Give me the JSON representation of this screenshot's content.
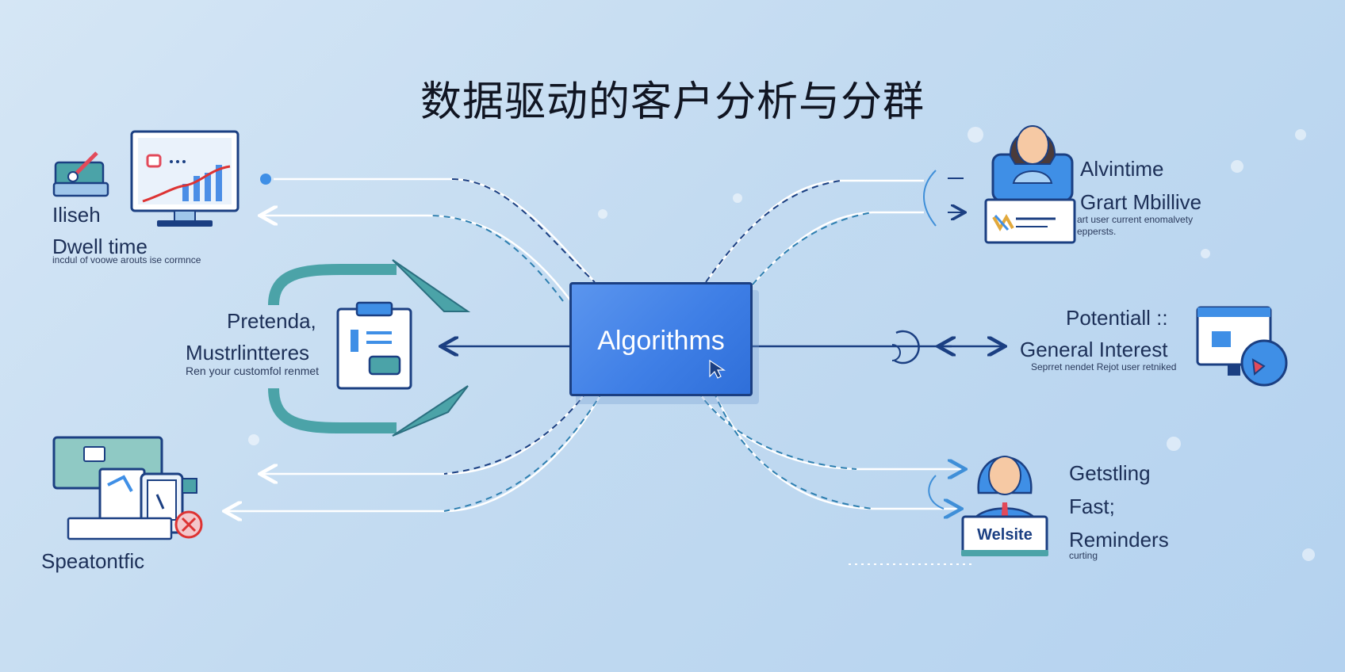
{
  "title": "数据驱动的客户分析与分群",
  "center": {
    "label": "Algorithms"
  },
  "left": {
    "top": {
      "line1": "Ilisеh",
      "line2": "Dwell time",
      "caption": "incdul of voowe arouts ise cormnce"
    },
    "middle": {
      "line1": "Pretenda,",
      "line2": "Mustrlintteres",
      "caption": "Ren your customfol renmet"
    },
    "bottom": {
      "line1": "Speatontfic"
    }
  },
  "right": {
    "top": {
      "line1": "Alvintime",
      "line2": "Grart Mbillive",
      "caption1": "art user current enomalvety",
      "caption2": "eppersts."
    },
    "middle": {
      "line1": "Potentiall ::",
      "line2": "General Interest",
      "caption": "Seprret nendet Rejot user retniked"
    },
    "bottom": {
      "line1": "Getstling",
      "line2": "Fast;",
      "line3": "Reminders",
      "caption": "curting",
      "badge": "Welsite"
    }
  },
  "colors": {
    "navy": "#1b3f82",
    "teal": "#4ba3a8",
    "accent": "#3f7fe6",
    "background": "#c3dbf1"
  },
  "icons": [
    "monitor-chart-icon",
    "tools-icon",
    "clipboard-icon",
    "devices-icon",
    "avatar-female-icon",
    "avatar-male-icon",
    "screen-icon",
    "cycle-icon"
  ]
}
